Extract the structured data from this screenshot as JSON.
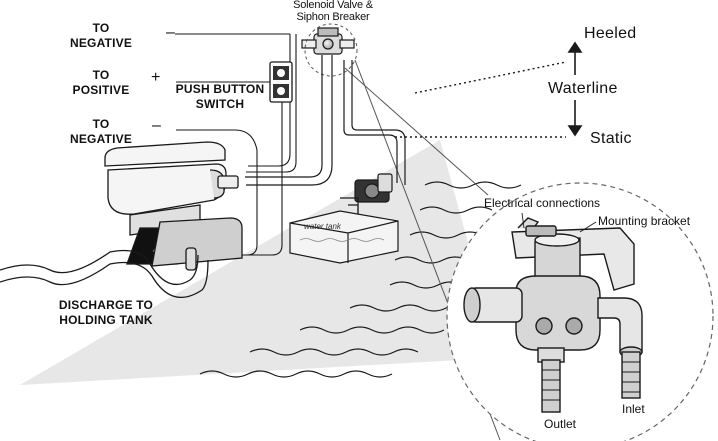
{
  "labels": {
    "to_negative_top": "TO\nNEGATIVE",
    "to_positive": "TO\nPOSITIVE",
    "to_negative_bottom": "TO\nNEGATIVE",
    "minus_symbol": "–",
    "plus_symbol": "+",
    "push_button_switch": "PUSH BUTTON\nSWITCH",
    "solenoid_valve": "Solenoid Valve &\nSiphon Breaker",
    "discharge": "DISCHARGE TO\nHOLDING TANK",
    "water_tank": "water tank",
    "heeled": "Heeled",
    "waterline": "Waterline",
    "static": "Static",
    "electrical_connections": "Electrical connections",
    "mounting_bracket": "Mounting bracket",
    "inlet": "Inlet",
    "outlet": "Outlet"
  },
  "colors": {
    "line": "#1a1a1a",
    "fill_light": "#eeeeee",
    "fill_mid": "#cccccc",
    "shadow": "#d9d9d9"
  }
}
